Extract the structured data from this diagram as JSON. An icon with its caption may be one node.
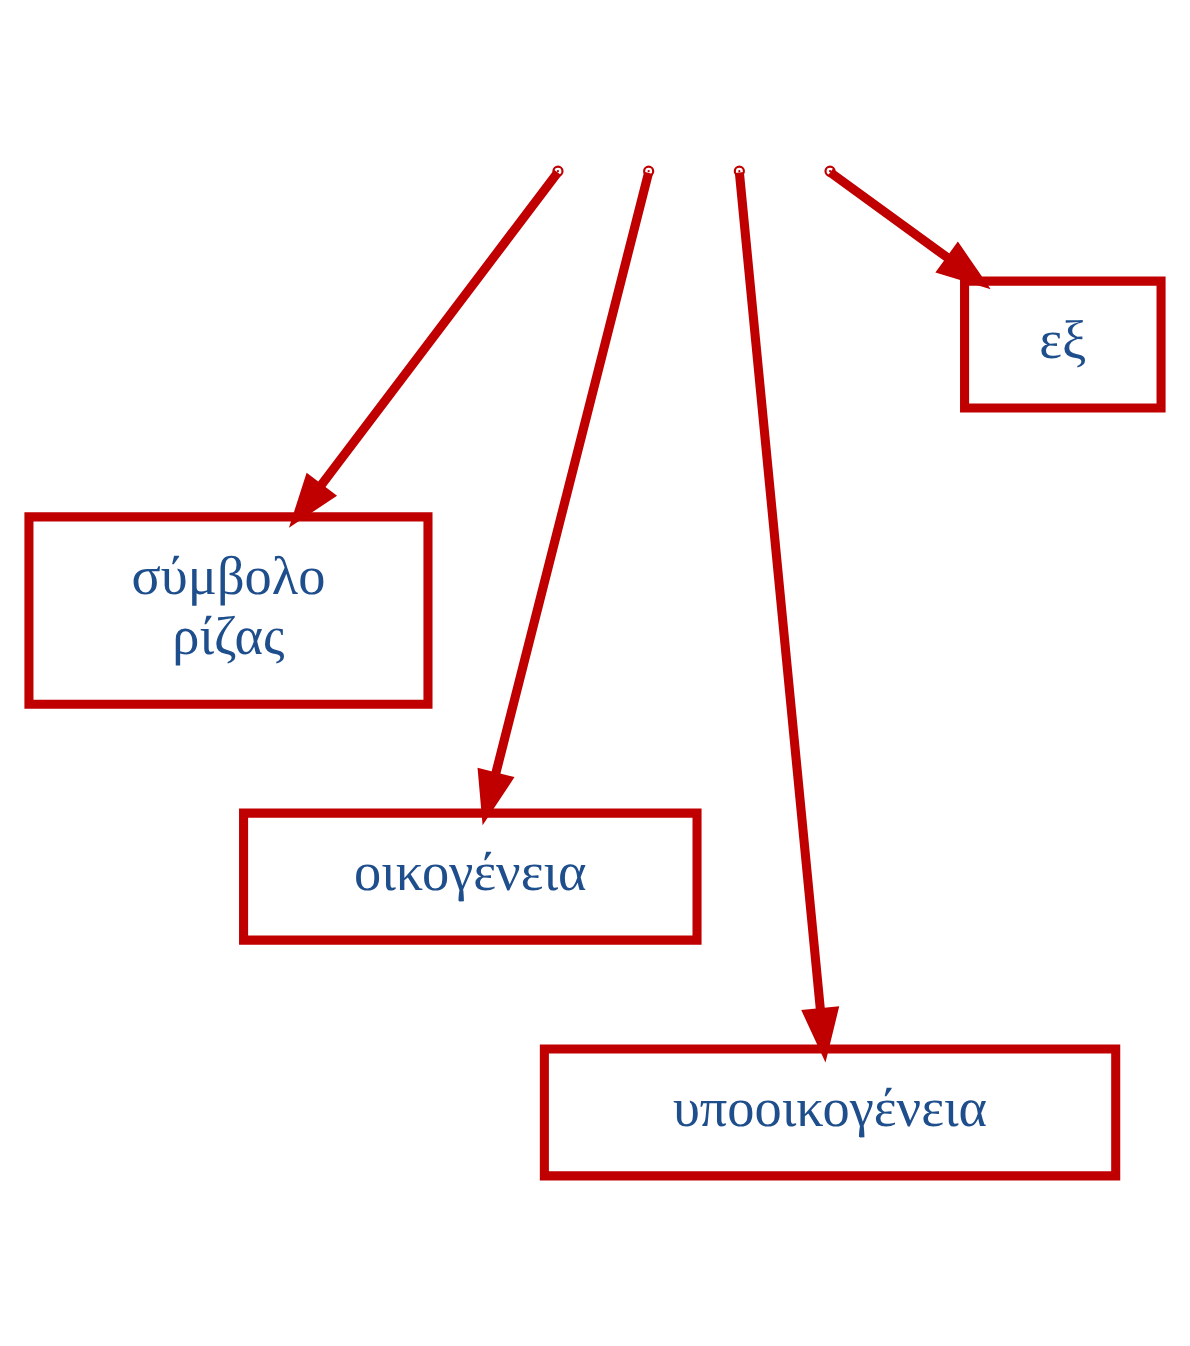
{
  "diagram": {
    "nodes": [
      {
        "text": [
          "εξ"
        ]
      },
      {
        "text": [
          "σύμβολο ρίζας"
        ]
      },
      {
        "text": [
          "οικογένεια"
        ]
      },
      {
        "text": [
          "υποοικογένεια"
        ]
      }
    ],
    "edges": [
      {
        "from": null,
        "to": 1,
        "arrow": "to"
      },
      {
        "from": null,
        "to": 2,
        "arrow": "to"
      },
      {
        "from": null,
        "to": 3,
        "arrow": "to"
      },
      {
        "from": null,
        "to": 0,
        "arrow": "to"
      }
    ]
  }
}
